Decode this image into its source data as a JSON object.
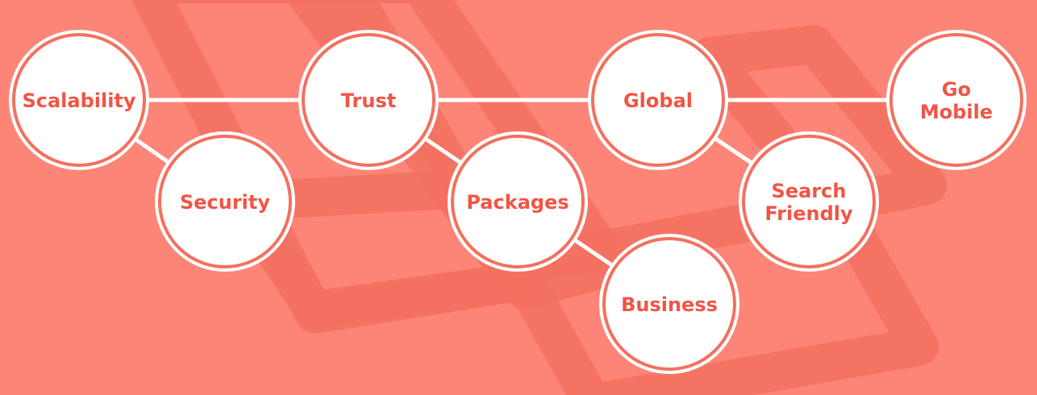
{
  "colors": {
    "background": "#fd8577",
    "watermark": "#f3705f",
    "node_fill": "#ffffff",
    "node_ring": "#ffffff",
    "node_inner_stroke": "#f3705f",
    "connector": "#ffffff",
    "label": "#f05545"
  },
  "nodes": [
    {
      "id": "scalability",
      "lines": [
        "Scalability"
      ]
    },
    {
      "id": "security",
      "lines": [
        "Security"
      ]
    },
    {
      "id": "trust",
      "lines": [
        "Trust"
      ]
    },
    {
      "id": "packages",
      "lines": [
        "Packages"
      ]
    },
    {
      "id": "business",
      "lines": [
        "Business"
      ]
    },
    {
      "id": "global",
      "lines": [
        "Global"
      ]
    },
    {
      "id": "search-friendly",
      "lines": [
        "Search",
        "Friendly"
      ]
    },
    {
      "id": "go-mobile",
      "lines": [
        "Go",
        "Mobile"
      ]
    }
  ],
  "edges": [
    {
      "from": "scalability",
      "to": "trust"
    },
    {
      "from": "trust",
      "to": "global"
    },
    {
      "from": "global",
      "to": "go-mobile"
    },
    {
      "from": "scalability",
      "to": "security"
    },
    {
      "from": "trust",
      "to": "packages"
    },
    {
      "from": "packages",
      "to": "business"
    },
    {
      "from": "global",
      "to": "search-friendly"
    }
  ]
}
